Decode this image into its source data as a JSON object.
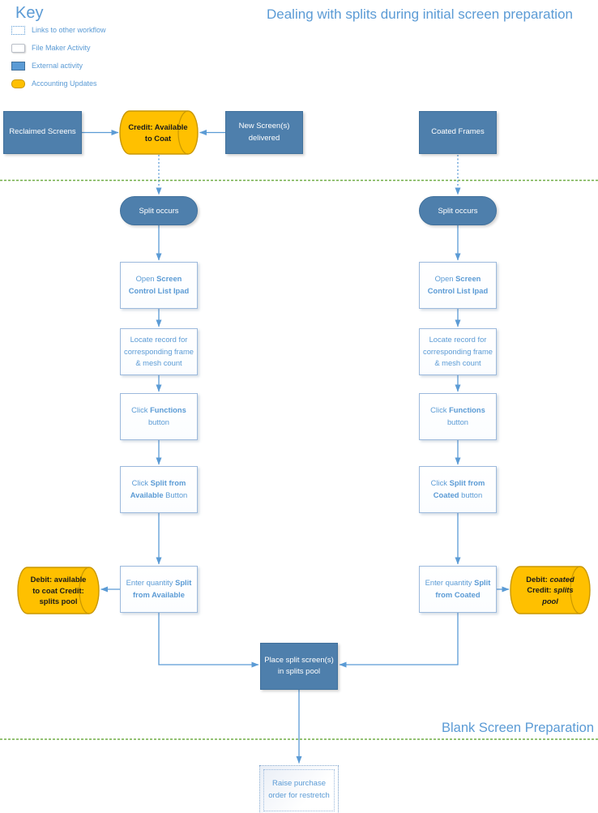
{
  "title": "Dealing with splits during initial screen preparation",
  "key": {
    "title": "Key",
    "items": [
      {
        "icon": "dotted-box-icon",
        "label": "Links to other workflow"
      },
      {
        "icon": "filemaker-box-icon",
        "label": "File Maker Activity"
      },
      {
        "icon": "external-box-icon",
        "label": "External activity"
      },
      {
        "icon": "accounting-box-icon",
        "label": "Accounting Updates"
      }
    ]
  },
  "top_row": {
    "reclaimed_screens": "Reclaimed Screens",
    "credit_available": [
      {
        "t": "Credit: Available to Coat",
        "b": 1
      }
    ],
    "new_screens": "New Screen(s) delivered",
    "coated_frames": "Coated Frames"
  },
  "left": {
    "split_occurs": "Split occurs",
    "open_screen": [
      {
        "t": "Open ",
        "b": 0
      },
      {
        "t": "Screen Control List Ipad",
        "b": 1
      }
    ],
    "locate_record": "Locate record for corresponding frame & mesh count",
    "click_functions": [
      {
        "t": "Click ",
        "b": 0
      },
      {
        "t": "Functions",
        "b": 1
      },
      {
        "t": " button",
        "b": 0
      }
    ],
    "click_split": [
      {
        "t": "Click ",
        "b": 0
      },
      {
        "t": "Split from Available",
        "b": 1
      },
      {
        "t": " Button",
        "b": 0
      }
    ],
    "enter_quantity": [
      {
        "t": "Enter quantity ",
        "b": 0
      },
      {
        "t": "Split from Available",
        "b": 1
      }
    ],
    "accounting_update": [
      {
        "t": "Debit: available to coat Credit: splits pool",
        "b": 1
      }
    ]
  },
  "right": {
    "split_occurs": "Split occurs",
    "open_screen": [
      {
        "t": "Open ",
        "b": 0
      },
      {
        "t": "Screen Control List Ipad",
        "b": 1
      }
    ],
    "locate_record": "Locate record for corresponding frame & mesh count",
    "click_functions": [
      {
        "t": "Click ",
        "b": 0
      },
      {
        "t": "Functions",
        "b": 1
      },
      {
        "t": " button",
        "b": 0
      }
    ],
    "click_split": [
      {
        "t": "Click ",
        "b": 0
      },
      {
        "t": "Split from Coated",
        "b": 1
      },
      {
        "t": " button",
        "b": 0
      }
    ],
    "enter_quantity": [
      {
        "t": "Enter quantity ",
        "b": 0
      },
      {
        "t": "Split from Coated",
        "b": 1
      }
    ],
    "accounting_update": [
      {
        "t": "Debit: ",
        "b": 1
      },
      {
        "t": "coated ",
        "b": 1,
        "i": 1
      },
      {
        "t": "Credit: ",
        "b": 1
      },
      {
        "t": "splits pool",
        "b": 1,
        "i": 1
      }
    ]
  },
  "bottom": {
    "place_split": "Place split screen(s) in splits pool",
    "section_label": "Blank Screen Preparation",
    "raise_po": "Raise purchase order for restretch"
  },
  "colors": {
    "accent": "#5B9BD5",
    "connector": "#5B9BD5",
    "node_text": "#5B9BD5",
    "box_blue": "#4E7FAC",
    "box_blue_border": "#41719C",
    "fm_border": "#9CB9DC",
    "accounting_fill": "#FFC000",
    "accounting_border": "#C99700",
    "divider_green": "#70AD47"
  }
}
